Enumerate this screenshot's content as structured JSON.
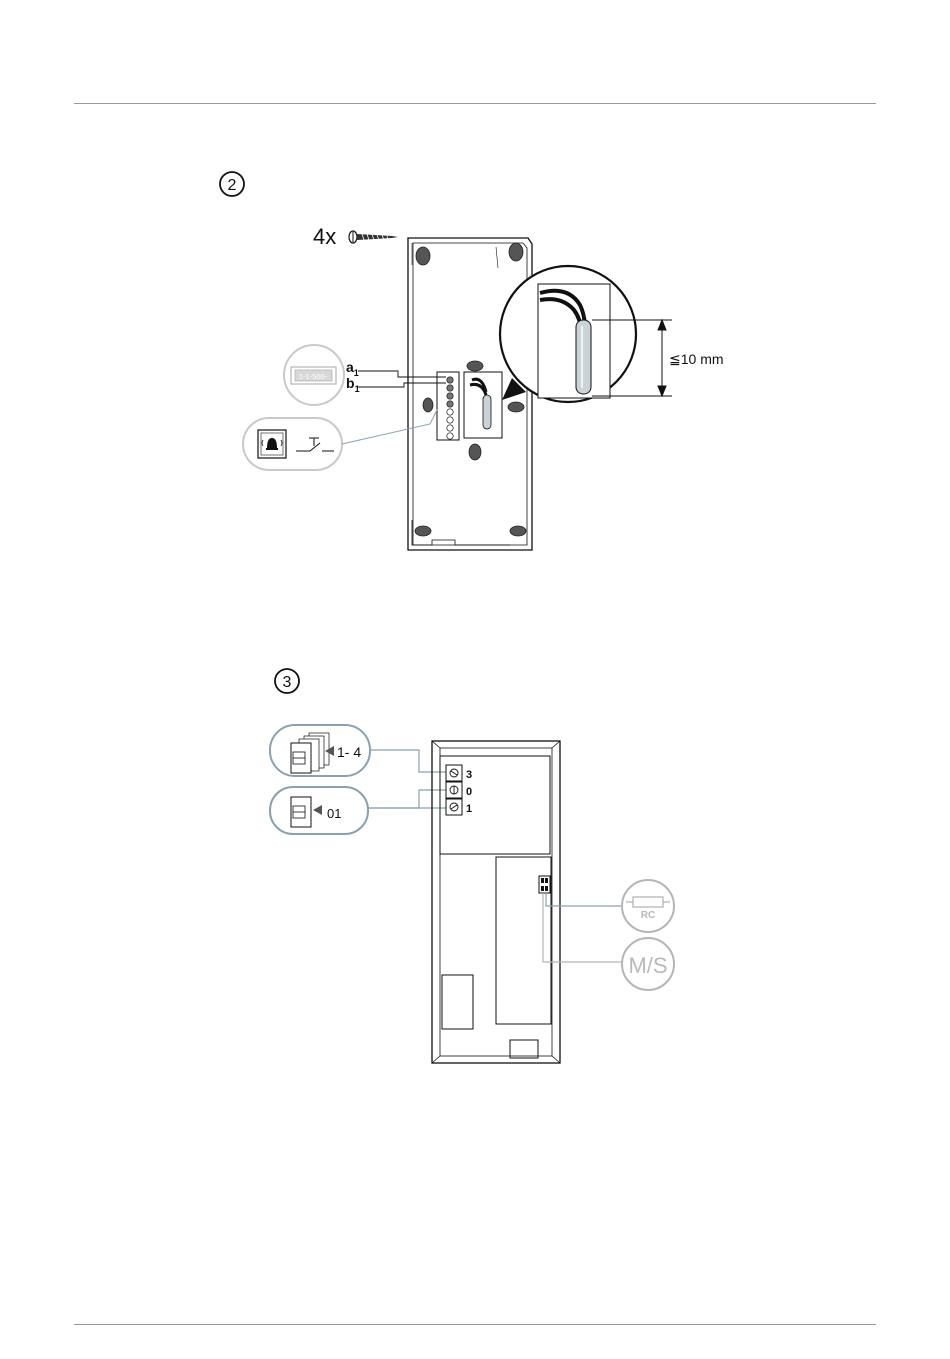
{
  "step2": {
    "number": "2",
    "screw_count": "4x",
    "terminals": {
      "a": "a",
      "a_sub": "1",
      "b": "b",
      "b_sub": "1"
    },
    "bus_device_text": "1-1-500-",
    "strip_length": "≦10 mm"
  },
  "step3": {
    "number": "3",
    "selector_range": "1- 4",
    "selector_value": "01",
    "switch_labels": [
      "3",
      "0",
      "1"
    ],
    "rc_label": "RC",
    "ms_label": "M/S"
  },
  "colors": {
    "callout_border": "#8aa2ae",
    "line": "#111111",
    "gray_text": "#b5b5b5"
  }
}
